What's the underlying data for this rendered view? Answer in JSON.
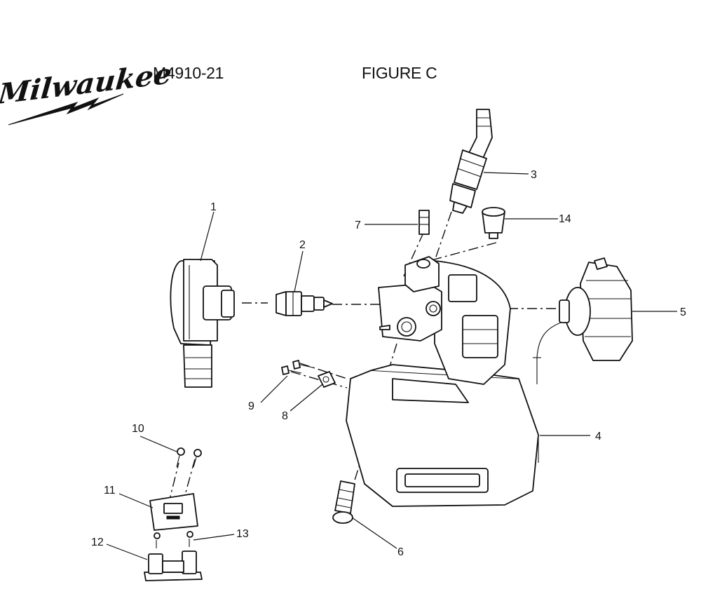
{
  "header": {
    "brand": "Milwaukee",
    "model": "M4910-21",
    "figure": "FIGURE C"
  },
  "callouts": [
    "1",
    "2",
    "3",
    "4",
    "5",
    "6",
    "7",
    "8",
    "9",
    "10",
    "11",
    "12",
    "13",
    "14"
  ]
}
